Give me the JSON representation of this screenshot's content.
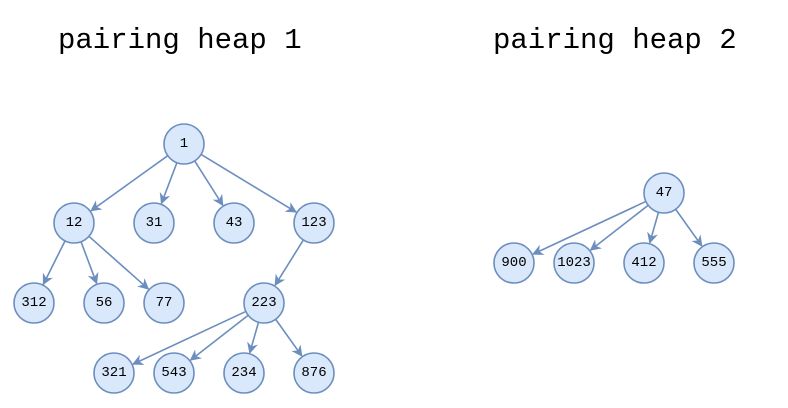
{
  "titles": [
    "pairing heap 1",
    "pairing heap 2"
  ],
  "colors": {
    "node_fill": "#dae8fc",
    "node_stroke": "#6c8ebf",
    "edge": "#6c8ebf"
  },
  "heaps": [
    {
      "name": "pairing heap 1",
      "root": {
        "label": "1",
        "children": [
          {
            "label": "12",
            "children": [
              {
                "label": "312",
                "children": []
              },
              {
                "label": "56",
                "children": []
              },
              {
                "label": "77",
                "children": []
              }
            ]
          },
          {
            "label": "31",
            "children": []
          },
          {
            "label": "43",
            "children": []
          },
          {
            "label": "123",
            "children": [
              {
                "label": "223",
                "children": [
                  {
                    "label": "321",
                    "children": []
                  },
                  {
                    "label": "543",
                    "children": []
                  },
                  {
                    "label": "234",
                    "children": []
                  },
                  {
                    "label": "876",
                    "children": []
                  }
                ]
              }
            ]
          }
        ]
      }
    },
    {
      "name": "pairing heap 2",
      "root": {
        "label": "47",
        "children": [
          {
            "label": "900",
            "children": []
          },
          {
            "label": "1023",
            "children": []
          },
          {
            "label": "412",
            "children": []
          },
          {
            "label": "555",
            "children": []
          }
        ]
      }
    }
  ]
}
